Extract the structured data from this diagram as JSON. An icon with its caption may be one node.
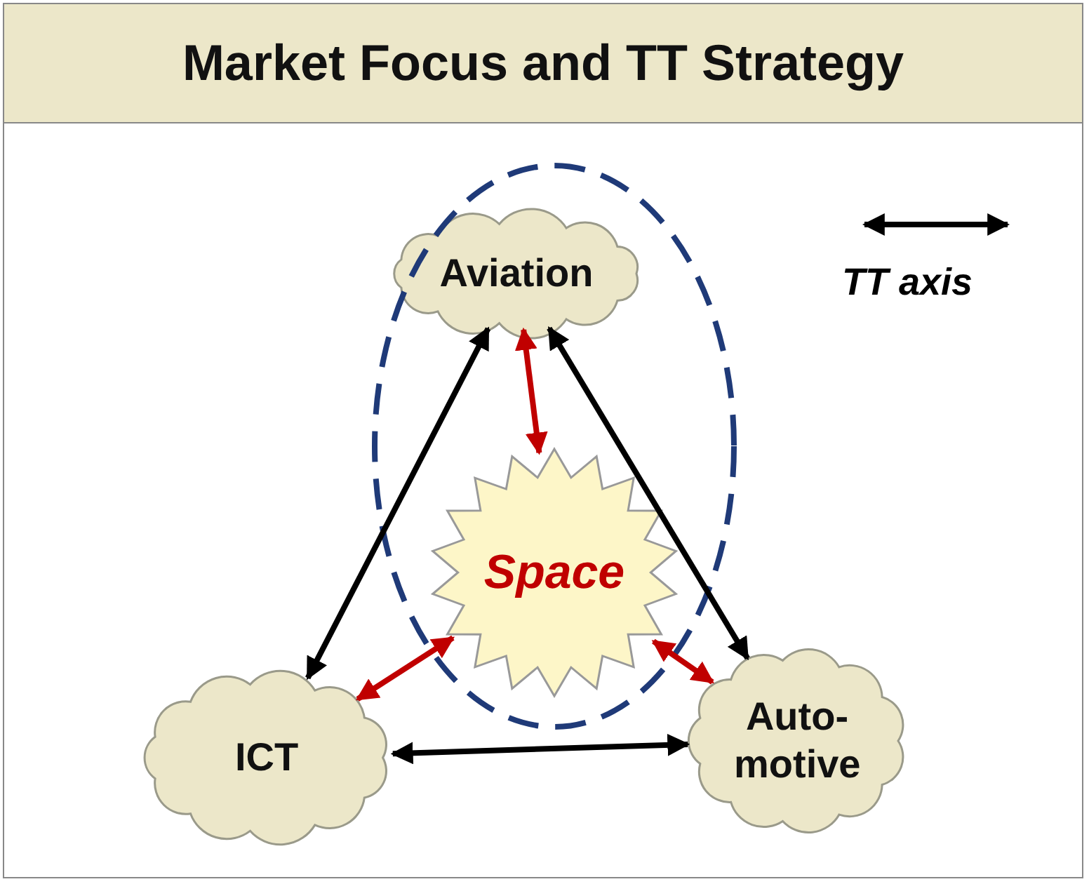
{
  "diagram": {
    "title": "Market Focus and TT Strategy",
    "nodes": [
      {
        "text": [
          "Aviation"
        ]
      },
      {
        "text": [
          "Space"
        ]
      },
      {
        "text": [
          "ICT"
        ]
      },
      {
        "text": [
          "Auto- motive"
        ]
      }
    ],
    "edges": [
      {
        "from": 0,
        "to": 2,
        "arrow": "both"
      },
      {
        "from": 0,
        "to": 3,
        "arrow": "both"
      },
      {
        "from": 2,
        "to": 3,
        "arrow": "both"
      },
      {
        "from": 1,
        "to": 0,
        "arrow": "both",
        "color": "#c00000"
      },
      {
        "from": 1,
        "to": 2,
        "arrow": "both",
        "color": "#c00000"
      },
      {
        "from": 1,
        "to": 3,
        "arrow": "both",
        "color": "#c00000"
      }
    ],
    "legend": [
      {
        "text": "TT axis"
      }
    ]
  }
}
